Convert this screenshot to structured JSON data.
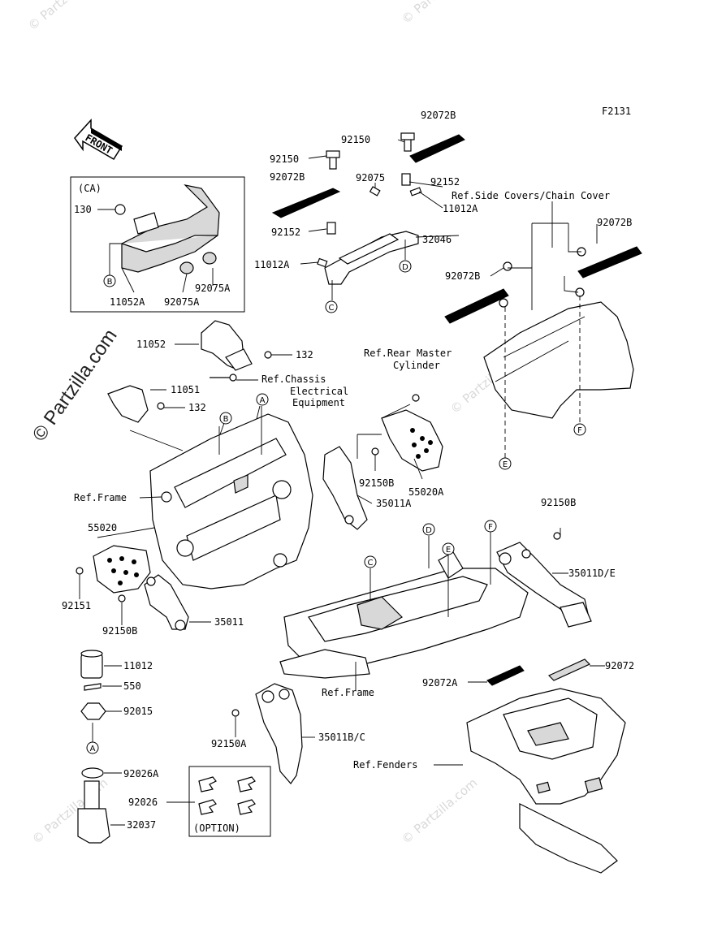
{
  "figure_code": "F2131",
  "front_arrow": "FRONT",
  "watermark": "© Partzilla.com",
  "box_ca": {
    "title": "(CA)"
  },
  "box_option": {
    "title": "(OPTION)"
  },
  "labels": {
    "p92072B_top": "92072B",
    "p92150_top": "92150",
    "p92150_left": "92150",
    "p92072B_left": "92072B",
    "p92075": "92075",
    "p92152_right": "92152",
    "p11012A_right": "11012A",
    "p92152_left": "92152",
    "p32046": "32046",
    "p11012A_left": "11012A",
    "ref_side_covers": "Ref.Side Covers/Chain Cover",
    "p92072B_right": "92072B",
    "p92072B_mid": "92072B",
    "p130": "130",
    "p11052A": "11052A",
    "p92075A_a": "92075A",
    "p92075A_b": "92075A",
    "p11052": "11052",
    "p132_a": "132",
    "ref_chassis_1": "Ref.Chassis",
    "ref_chassis_2": "Electrical",
    "ref_chassis_3": "Equipment",
    "p11051": "11051",
    "p132_b": "132",
    "ref_rear_master_1": "Ref.Rear Master",
    "ref_rear_master_2": "Cylinder",
    "ref_frame_a": "Ref.Frame",
    "p92150B_a": "92150B",
    "p55020A": "55020A",
    "p35011A": "35011A",
    "p55020": "55020",
    "p92151": "92151",
    "p92150B_b": "92150B",
    "p35011": "35011",
    "p92150B_c": "92150B",
    "p35011DE": "35011D/E",
    "p11012": "11012",
    "p550": "550",
    "p92015": "92015",
    "ref_frame_b": "Ref.Frame",
    "p92026A": "92026A",
    "p92026": "92026",
    "p32037": "32037",
    "p92150A": "92150A",
    "p35011BC": "35011B/C",
    "p92072A": "92072A",
    "p92072": "92072",
    "ref_fenders": "Ref.Fenders"
  },
  "callouts": {
    "A": "A",
    "B": "B",
    "C": "C",
    "D": "D",
    "E": "E",
    "F": "F"
  }
}
